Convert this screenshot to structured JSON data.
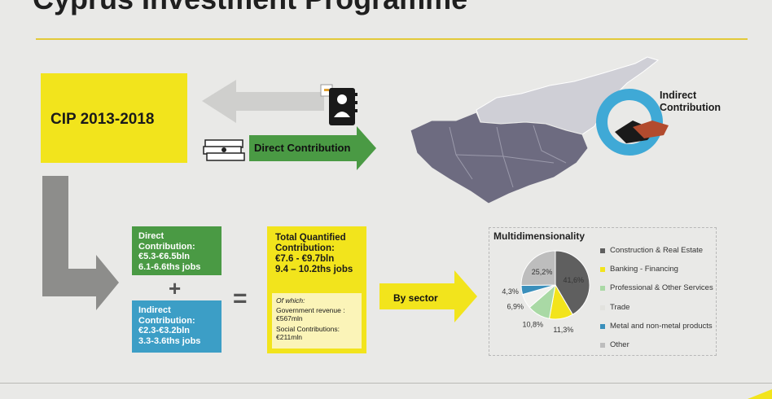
{
  "header": {
    "title": "Cyprus Investment Programme"
  },
  "cip_box": {
    "label": "CIP 2013-2018"
  },
  "arrows": {
    "direct_contribution": "Direct Contribution",
    "by_sector": "By sector"
  },
  "indirect_circle": {
    "line1": "Indirect",
    "line2": "Contribution"
  },
  "direct_box": {
    "lines": [
      "Direct",
      "Contribution:",
      "€5.3-€6.5bln",
      "6.1-6.6ths jobs"
    ]
  },
  "indirect_box": {
    "lines": [
      "Indirect",
      "Contribution:",
      "€2.3-€3.2bln",
      "3.3-3.6ths jobs"
    ]
  },
  "operators": {
    "plus": "+",
    "equals": "="
  },
  "total_box": {
    "lines": [
      "Total Quantified",
      "Contribution:",
      "€7.6 - €9.7bln",
      "9.4 – 10.2ths jobs"
    ],
    "of_which": "Of which:",
    "gov_label": "Government revenue :",
    "gov_value": "€567mln",
    "social_label": "Social Contributions:",
    "social_value": "€211mln"
  },
  "chart_data": {
    "type": "pie",
    "title": "Multidimensionality",
    "categories": [
      "Construction & Real Estate",
      "Banking - Financing",
      "Professional & Other Services",
      "Trade",
      "Metal and non-metal products",
      "Other"
    ],
    "values": [
      41.6,
      11.3,
      10.8,
      6.9,
      4.3,
      25.2
    ],
    "labels": [
      "41,6%",
      "11,3%",
      "10,8%",
      "6,9%",
      "4,3%",
      "25,2%"
    ],
    "colors": [
      "#5f5f5f",
      "#f2e41c",
      "#a9d9a5",
      "#f1f1ee",
      "#3a8fbb",
      "#bdbdbd"
    ],
    "legend": "right"
  }
}
